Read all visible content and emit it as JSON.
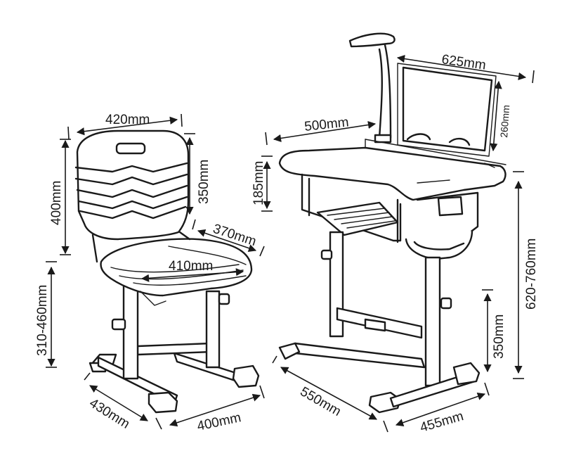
{
  "chair": {
    "back_width": "420mm",
    "back_height": "350mm",
    "total_back_height": "400mm",
    "seat_depth": "370mm",
    "seat_width": "410mm",
    "seat_height": "310-460mm",
    "base_depth": "430mm",
    "base_width": "400mm"
  },
  "desk": {
    "lamp_to_width": "625mm",
    "board_height": "260mm",
    "top_width": "500mm",
    "top_thickness": "185mm",
    "desk_height": "620-760mm",
    "leg_height": "350mm",
    "base_depth": "550mm",
    "base_width": "455mm"
  }
}
